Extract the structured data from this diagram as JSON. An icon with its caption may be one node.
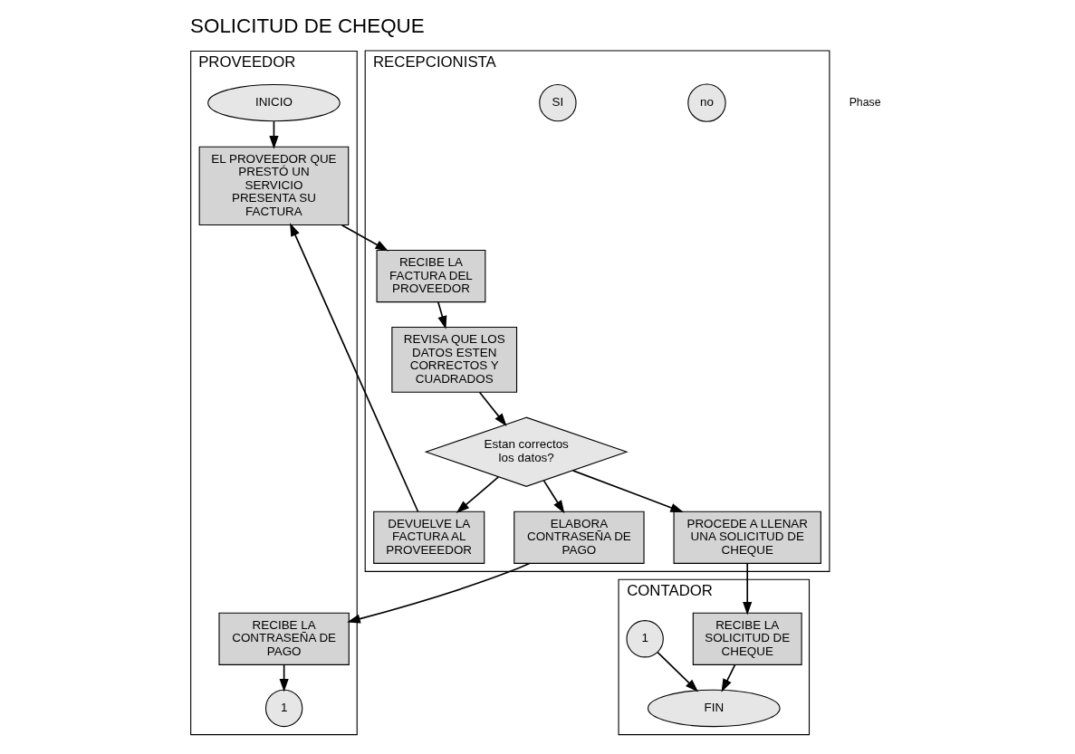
{
  "diagram": {
    "title": "SOLICITUD DE CHEQUE",
    "nodes": [
      {
        "text": [
          "PROVEEDOR"
        ]
      },
      {
        "text": [
          "RECEPCIONISTA"
        ]
      },
      {
        "text": [
          "CONTADOR"
        ]
      },
      {
        "text": [
          "INICIO"
        ],
        "in": 0
      },
      {
        "text": [
          "EL PROVEEDOR QUE PRESTÓ UN SERVICIO PRESENTA SU FACTURA"
        ],
        "in": 0
      },
      {
        "text": [
          "RECIBE LA CONTRASEÑA DE PAGO"
        ],
        "in": 0
      },
      {
        "text": [
          "1"
        ],
        "in": 0
      },
      {
        "text": [
          "RECIBE LA FACTURA DEL PROVEEDOR"
        ],
        "in": 1
      },
      {
        "text": [
          "REVISA QUE LOS DATOS ESTEN CORRECTOS Y CUADRADOS"
        ],
        "in": 1
      },
      {
        "text": [
          "Estan correctos los datos?"
        ],
        "in": 1
      },
      {
        "text": [
          "no"
        ],
        "in": 1
      },
      {
        "text": [
          "SI"
        ],
        "in": 1
      },
      {
        "text": [
          "DEVUELVE LA FACTURA AL PROVEEEDOR"
        ],
        "in": 1
      },
      {
        "text": [
          "PROCEDE A LLENAR UNA SOLICITUD DE CHEQUE"
        ],
        "in": 1
      },
      {
        "text": [
          "ELABORA CONTRASEÑA DE PAGO"
        ],
        "in": 1
      },
      {
        "text": [
          "RECIBE LA SOLICITUD DE CHEQUE"
        ],
        "in": 2
      },
      {
        "text": [
          "1"
        ],
        "in": 2
      },
      {
        "text": [
          "FIN"
        ],
        "in": 2
      }
    ],
    "edges": [
      {
        "from": 3,
        "to": 4,
        "arrow": "to"
      },
      {
        "from": 4,
        "to": 7,
        "arrow": "to"
      },
      {
        "from": 7,
        "to": 8,
        "arrow": "to"
      },
      {
        "from": 8,
        "to": 9,
        "arrow": "to"
      },
      {
        "from": 9,
        "to": 12,
        "arrow": "to"
      },
      {
        "from": 12,
        "to": 4,
        "arrow": "to"
      },
      {
        "from": 9,
        "to": 13,
        "arrow": "to"
      },
      {
        "from": 9,
        "to": 14,
        "arrow": "to"
      },
      {
        "from": 13,
        "to": 15,
        "arrow": "to"
      },
      {
        "from": 14,
        "to": 5,
        "arrow": "to"
      },
      {
        "from": 5,
        "to": 6,
        "arrow": "to"
      },
      {
        "from": 15,
        "to": 17,
        "arrow": "to"
      },
      {
        "from": 16,
        "to": 17,
        "arrow": "to"
      }
    ],
    "labels": [
      "Phase"
    ]
  }
}
